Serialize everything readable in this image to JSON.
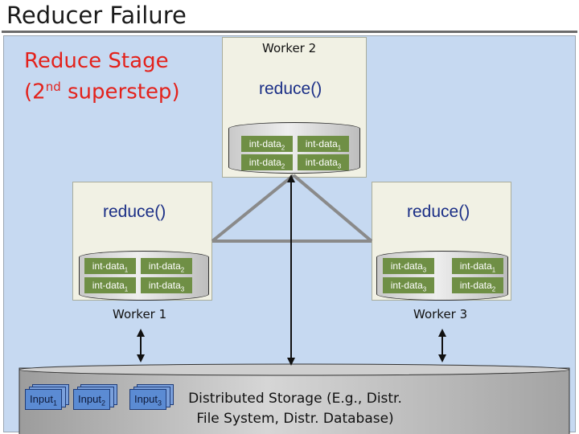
{
  "title": "Reducer Failure",
  "stage": {
    "line1": "Reduce Stage",
    "line2_prefix": "(2",
    "line2_sup": "nd",
    "line2_suffix": " superstep)"
  },
  "workers": {
    "worker2": {
      "label": "Worker 2",
      "function": "reduce()",
      "cells": [
        {
          "text": "int-data",
          "sub": "2"
        },
        {
          "text": "int-data",
          "sub": "1"
        },
        {
          "text": "int-data",
          "sub": "2"
        },
        {
          "text": "int-data",
          "sub": "3"
        }
      ]
    },
    "worker1": {
      "label": "Worker 1",
      "function": "reduce()",
      "cells": [
        {
          "text": "int-data",
          "sub": "1"
        },
        {
          "text": "int-data",
          "sub": "2"
        },
        {
          "text": "int-data",
          "sub": "1"
        },
        {
          "text": "int-data",
          "sub": "3"
        }
      ]
    },
    "worker3": {
      "label": "Worker 3",
      "function": "reduce()",
      "cells": [
        {
          "text": "int-data",
          "sub": "3"
        },
        {
          "text": "int-data",
          "sub": "1"
        },
        {
          "text": "int-data",
          "sub": "3"
        },
        {
          "text": "int-data",
          "sub": "2"
        }
      ]
    }
  },
  "storage": {
    "line1": "Distributed Storage (E.g., Distr.",
    "line2": "File System, Distr. Database)",
    "inputs": [
      {
        "text": "Input",
        "sub": "1"
      },
      {
        "text": "Input",
        "sub": "2"
      },
      {
        "text": "Input",
        "sub": "3"
      }
    ]
  },
  "colors": {
    "panel": "#c6d9f1",
    "worker_box": "#f1f1e4",
    "cell": "#6f8f45",
    "function_text": "#1a2e86",
    "stage_text": "#e3221c",
    "connector": "#8a8a8a"
  }
}
